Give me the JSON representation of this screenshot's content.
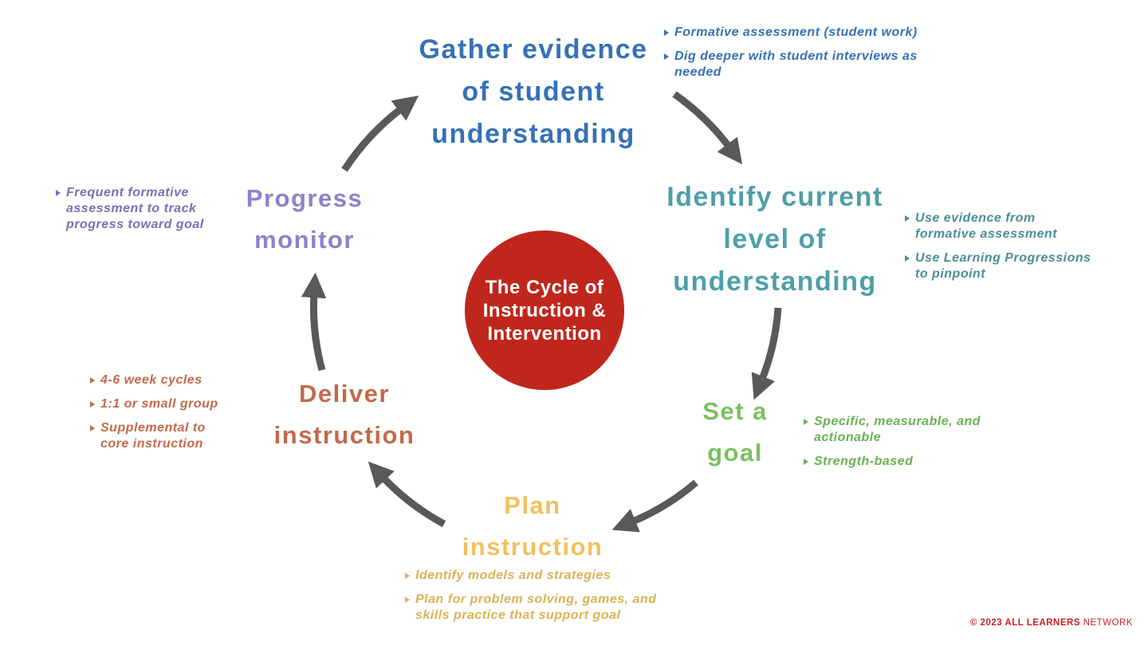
{
  "title": "The Cycle of Instruction & Intervention",
  "center": {
    "lines": [
      "The Cycle of",
      "Instruction &",
      "Intervention"
    ],
    "bg_color": "#bf271d",
    "text_color": "#ffffff"
  },
  "stages": [
    {
      "id": "gather-evidence",
      "lines": [
        "Gather evidence",
        "of student",
        "understanding"
      ],
      "color": "#3571b5",
      "bullets": [
        "Formative assessment (student work)",
        "Dig deeper with student interviews as\nneeded"
      ]
    },
    {
      "id": "identify-current-level",
      "lines": [
        "Identify current",
        "level of",
        "understanding"
      ],
      "color": "#4f9fa7",
      "bullets": [
        "Use evidence from\nformative assessment",
        "Use Learning Progressions\nto pinpoint"
      ]
    },
    {
      "id": "set-a-goal",
      "lines": [
        "Set a",
        "goal"
      ],
      "color": "#7ac15e",
      "bullets": [
        "Specific, measurable, and\nactionable",
        "Strength-based"
      ]
    },
    {
      "id": "plan-instruction",
      "lines": [
        "Plan",
        "instruction"
      ],
      "color": "#f1c05f",
      "bullets": [
        "Identify models and strategies",
        "Plan for problem solving, games, and\nskills practice that support goal"
      ]
    },
    {
      "id": "deliver-instruction",
      "lines": [
        "Deliver",
        "instruction"
      ],
      "color": "#c16a4b",
      "bullets": [
        "4-6 week cycles",
        "1:1 or small group",
        "Supplemental to\ncore instruction"
      ]
    },
    {
      "id": "progress-monitor",
      "lines": [
        "Progress",
        "monitor"
      ],
      "color": "#8f80c9",
      "bullets": [
        "Frequent formative\nassessment to track\nprogress toward goal"
      ]
    }
  ],
  "arrows": {
    "color": "#58595b",
    "connections": [
      "progress-monitor-to-gather-evidence",
      "gather-evidence-to-identify-current-level",
      "identify-current-level-to-set-a-goal",
      "set-a-goal-to-plan-instruction",
      "plan-instruction-to-deliver-instruction",
      "deliver-instruction-to-progress-monitor"
    ]
  },
  "footer": {
    "bold": "© 2023 ALL LEARNERS",
    "regular": " NETWORK",
    "color": "#cb2026"
  }
}
